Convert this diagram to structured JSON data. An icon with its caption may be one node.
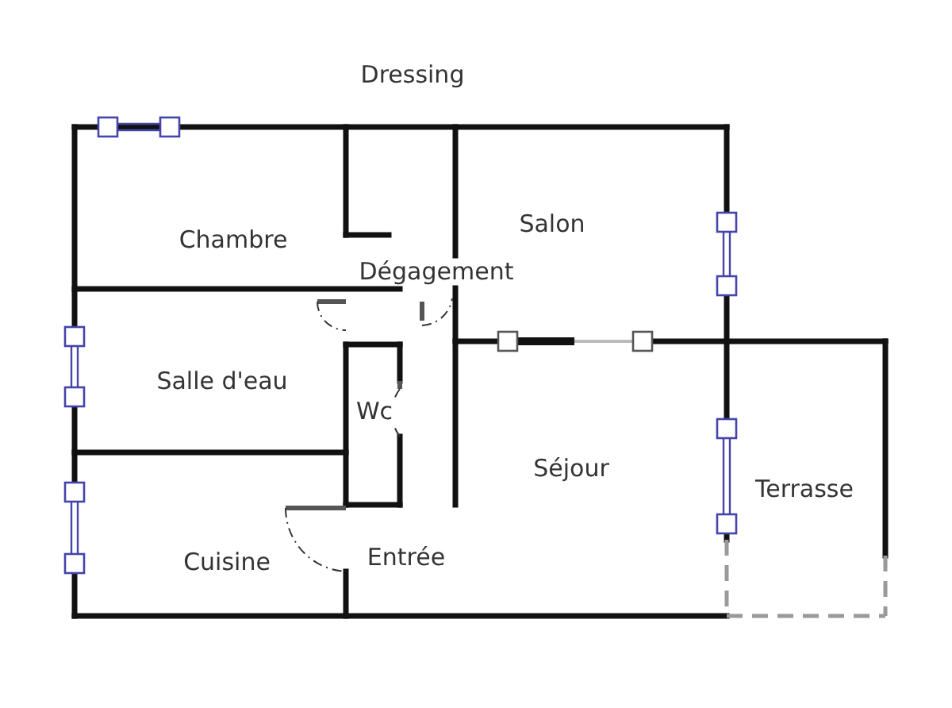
{
  "diagram": {
    "labels": [
      "Dressing",
      "Chambre",
      "Salon",
      "Dégagement",
      "Salle d'eau",
      "Wc",
      "Séjour",
      "Terrasse",
      "Cuisine",
      "Entrée"
    ]
  }
}
